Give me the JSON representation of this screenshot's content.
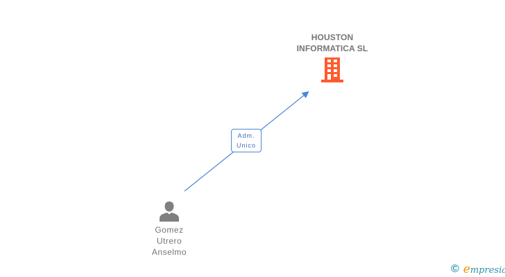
{
  "diagram": {
    "type": "corporate-relationship-graph",
    "company": {
      "name_line1": "HOUSTON",
      "name_line2": "INFORMATICA SL",
      "icon": "building-icon",
      "icon_color": "#FF5A2E"
    },
    "person": {
      "name_line1": "Gomez",
      "name_line2": "Utrero",
      "name_line3": "Anselmo",
      "icon": "person-icon",
      "icon_color": "#808080"
    },
    "relationship": {
      "label_line1": "Adm.",
      "label_line2": "Unico",
      "from": "person",
      "to": "company",
      "line_color": "#4A86D8"
    }
  },
  "watermark": {
    "copyright_symbol": "©",
    "brand_initial": "e",
    "brand_rest": "mpresia"
  },
  "colors": {
    "text_gray": "#757575",
    "accent_blue": "#4A86D8",
    "brand_blue": "#2D8FB0",
    "brand_orange": "#F29400"
  }
}
